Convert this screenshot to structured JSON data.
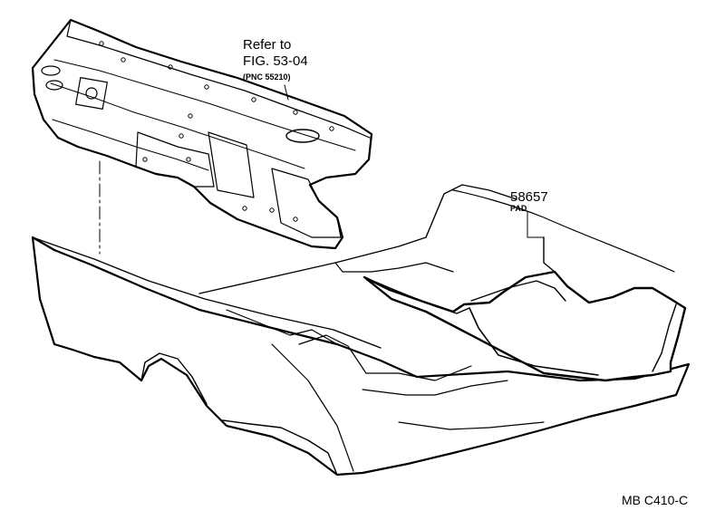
{
  "callouts": {
    "refer": {
      "line1": "Refer to",
      "line2": "FIG. 53-04",
      "line3": "(PNC 55210)"
    },
    "pad": {
      "part_number": "58657",
      "name": "PAD"
    }
  },
  "figure_code": "MB C410-C",
  "colors": {
    "line": "#000000",
    "fill": "#ffffff"
  }
}
